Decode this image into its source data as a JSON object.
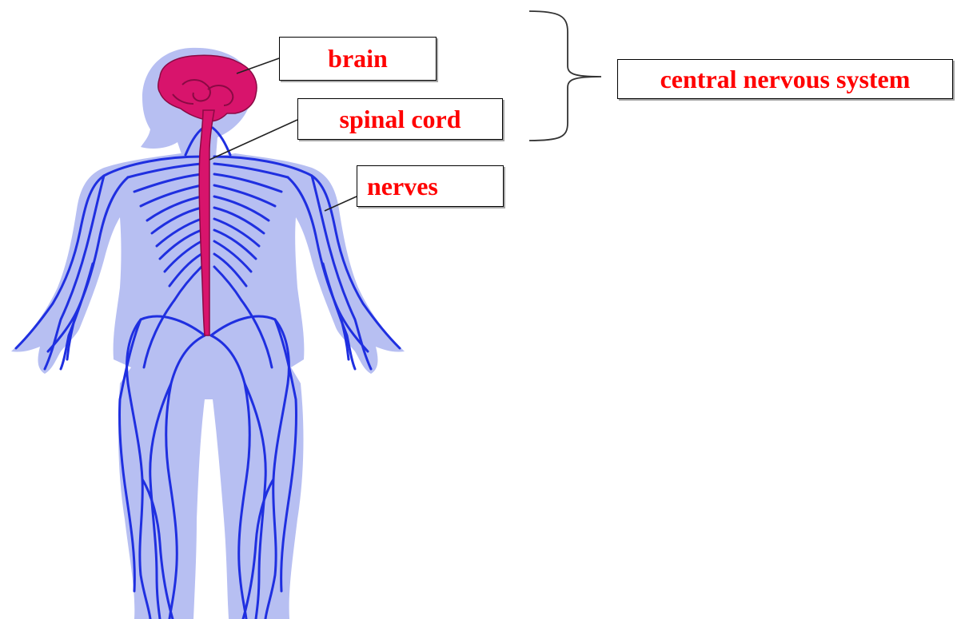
{
  "labels": {
    "brain": "brain",
    "spinal_cord": "spinal cord",
    "nerves": "nerves",
    "central_nervous_system": "central nervous system"
  },
  "colors": {
    "label_text": "#ff0000",
    "body_silhouette": "#b7bff2",
    "nerves": "#1f2fe0",
    "brain_spinal": "#d8146c",
    "leader_lines": "#222222"
  }
}
